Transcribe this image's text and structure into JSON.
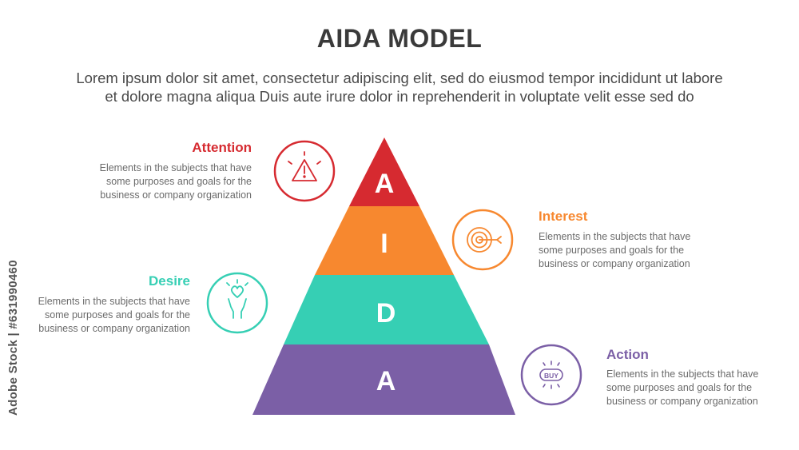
{
  "title": "AIDA MODEL",
  "subtitle_line1": "Lorem ipsum dolor sit amet, consectetur adipiscing elit, sed do eiusmod tempor incididunt ut labore",
  "subtitle_line2": "et dolore magna aliqua Duis aute irure dolor in reprehenderit in voluptate velit esse sed do",
  "stages": [
    {
      "letter": "A",
      "name": "Attention",
      "desc_line1": "Elements in the subjects that have",
      "desc_line2": "some purposes and goals for the",
      "desc_line3": "business or company organization",
      "color": "#d62a30",
      "icon": "warning-icon"
    },
    {
      "letter": "I",
      "name": "Interest",
      "desc_line1": "Elements in the subjects that have",
      "desc_line2": "some purposes and goals for the",
      "desc_line3": "business or company organization",
      "color": "#f7882f",
      "icon": "target-icon"
    },
    {
      "letter": "D",
      "name": "Desire",
      "desc_line1": "Elements in the subjects that have",
      "desc_line2": "some purposes and goals for the",
      "desc_line3": "business or company organization",
      "color": "#36cfb4",
      "icon": "heart-hands-icon"
    },
    {
      "letter": "A",
      "name": "Action",
      "desc_line1": "Elements in the subjects that have",
      "desc_line2": "some purposes and goals for the",
      "desc_line3": "business or company organization",
      "color": "#7b5fa6",
      "icon": "buy-button-icon",
      "icon_text": "BUY"
    }
  ],
  "watermark": "Adobe Stock | #631990460"
}
